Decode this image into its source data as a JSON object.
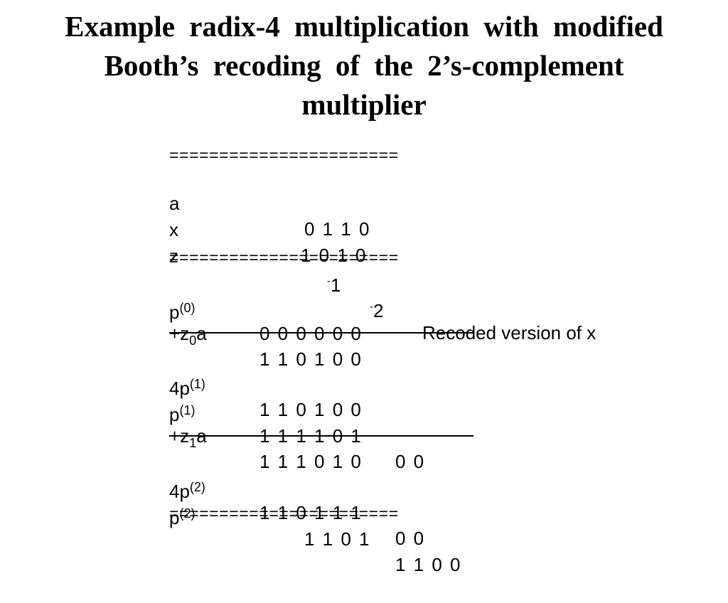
{
  "title": {
    "line1": "Example  radix-4  multiplication  with  modified",
    "line2": "Booth’s  recoding  of  the  2’s-complement",
    "line3": "multiplier"
  },
  "separator": "=======================",
  "rows": {
    "a": {
      "label": "a",
      "bits": "0 1 1 0"
    },
    "x": {
      "label": "x",
      "bits": "1 0 1 0"
    },
    "z": {
      "label": "z",
      "neg1": "-",
      "d1": "1",
      "neg2": "-",
      "d2": "2",
      "note": "Recoded version of x"
    },
    "p0": {
      "base": "p",
      "sup": "(0)",
      "bits": "0 0 0 0 0 0"
    },
    "z0a": {
      "pre": "+z",
      "sub": "0",
      "post": "a",
      "bits": "1 1 0 1 0 0"
    },
    "p1x4": {
      "pre": "4p",
      "sup": "(1)",
      "bits": "1 1 0 1 0 0"
    },
    "p1": {
      "base": "p",
      "sup": "(1)",
      "bits": "1 1 1 1 0 1",
      "extra": "0 0"
    },
    "z1a": {
      "pre": "+z",
      "sub": "1",
      "post": "a",
      "bits": "1 1 1 0 1 0"
    },
    "p2x4": {
      "pre": "4p",
      "sup": "(2)",
      "bits": "1 1 0 1 1 1",
      "extra": "0 0"
    },
    "p2": {
      "base": "p",
      "sup": "(2)",
      "bits": "1 1 0 1",
      "extra": "1 1 0 0"
    }
  }
}
